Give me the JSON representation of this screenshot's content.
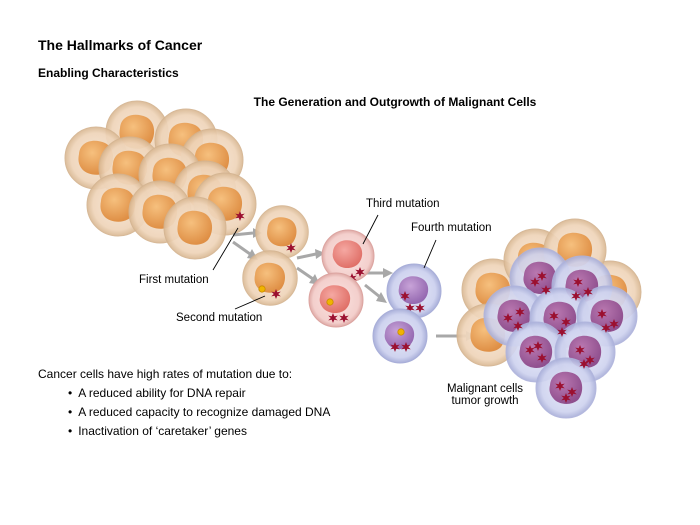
{
  "header": {
    "title": "The Hallmarks of Cancer",
    "subtitle": "Enabling Characteristics"
  },
  "diagram": {
    "heading": "The Generation and Outgrowth of Malignant Cells",
    "labels": {
      "first": "First mutation",
      "second": "Second mutation",
      "third": "Third mutation",
      "fourth": "Fourth mutation",
      "malignant_line1": "Malignant cells",
      "malignant_line2": "tumor growth"
    },
    "colors": {
      "normal_nucleus": "#e8a25a",
      "normal_cytoplasm": "#f3dcc4",
      "third_nucleus": "#e88a86",
      "fourth_nucleus": "#a67fc0",
      "malignant_cytoplasm": "#c9cdec",
      "mutation_star": "#9b1030",
      "second_mutation_dot": "#f0b400",
      "arrow": "#a8a8a8"
    }
  },
  "notes": {
    "intro": "Cancer cells have high rates of mutation due to:",
    "items": [
      "A reduced ability for DNA repair",
      "A reduced capacity to recognize damaged DNA",
      "Inactivation of ‘caretaker’ genes"
    ]
  }
}
